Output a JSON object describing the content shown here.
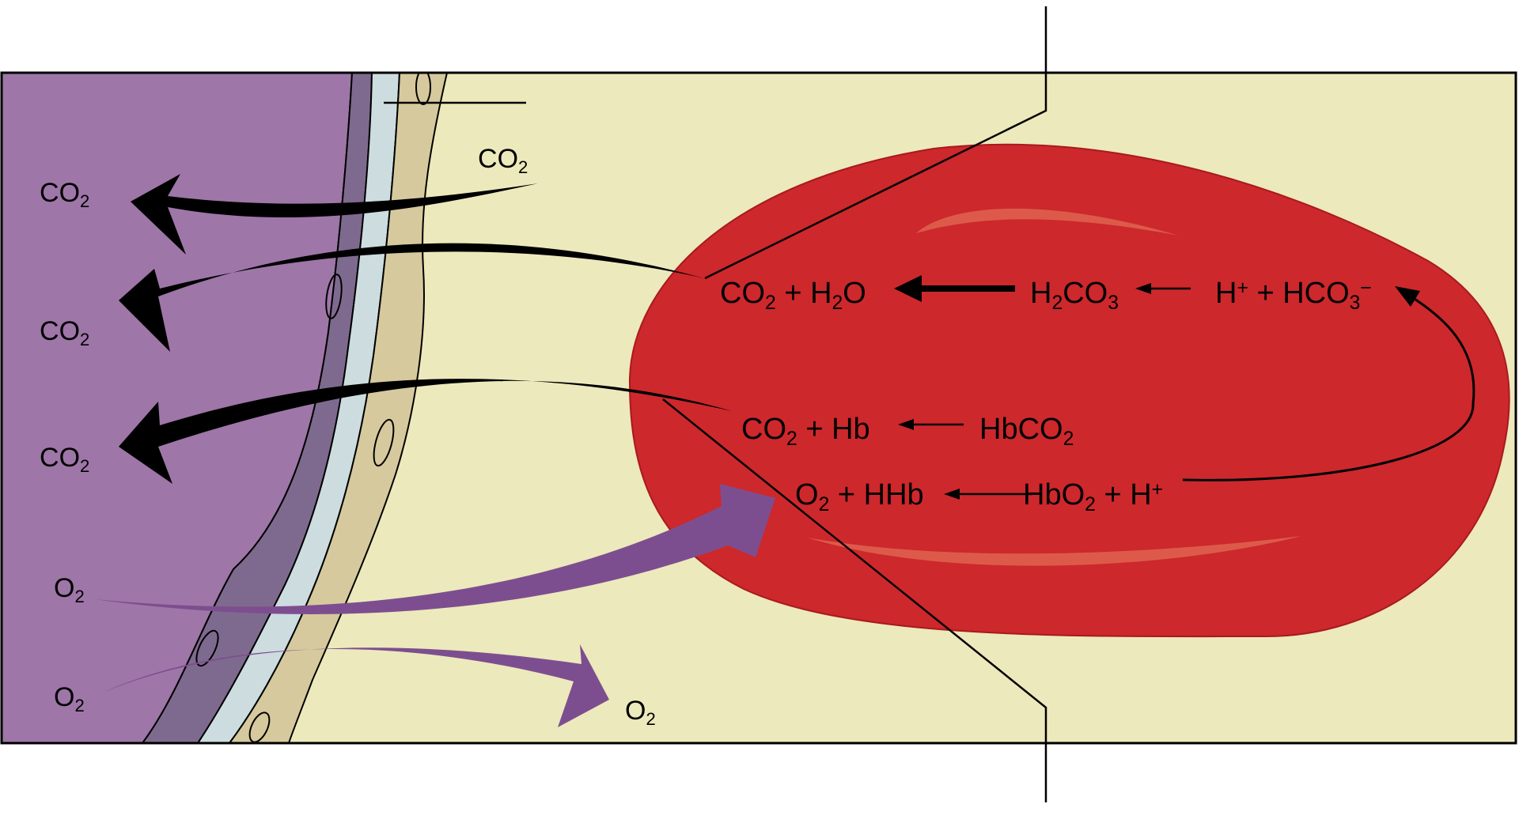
{
  "colors": {
    "alveolus": "#9e76a8",
    "epithelium": "#7f6a8f",
    "basement_membrane": "#cddcdf",
    "endothelium": "#d6c99d",
    "plasma": "#ece9bc",
    "red_blood_cell": "#cd282c",
    "rbc_highlight": "#dd5a4a",
    "co2_arrows": "#000000",
    "o2_arrows": "#7d4e8f"
  },
  "icons": {
    "co2_arrow": "curved-black-arrow",
    "o2_arrow": "curved-purple-arrow"
  },
  "gases": {
    "co2_plasma": "CO2",
    "co2_alveolus_1": "CO2",
    "co2_alveolus_2": "CO2",
    "co2_alveolus_3": "CO2",
    "o2_alveolus_1": "O2",
    "o2_alveolus_2": "O2",
    "o2_plasma": "O2"
  },
  "reactions": {
    "carbonic": {
      "products": "CO2 + H2O",
      "intermediate": "H2CO3",
      "reactants": "H+ + HCO3−"
    },
    "carbamino": {
      "products": "CO2 + Hb",
      "reactants": "HbCO2"
    },
    "oxyhemoglobin": {
      "products": "O2 + HHb",
      "reactants": "HbO2 + H+"
    }
  }
}
